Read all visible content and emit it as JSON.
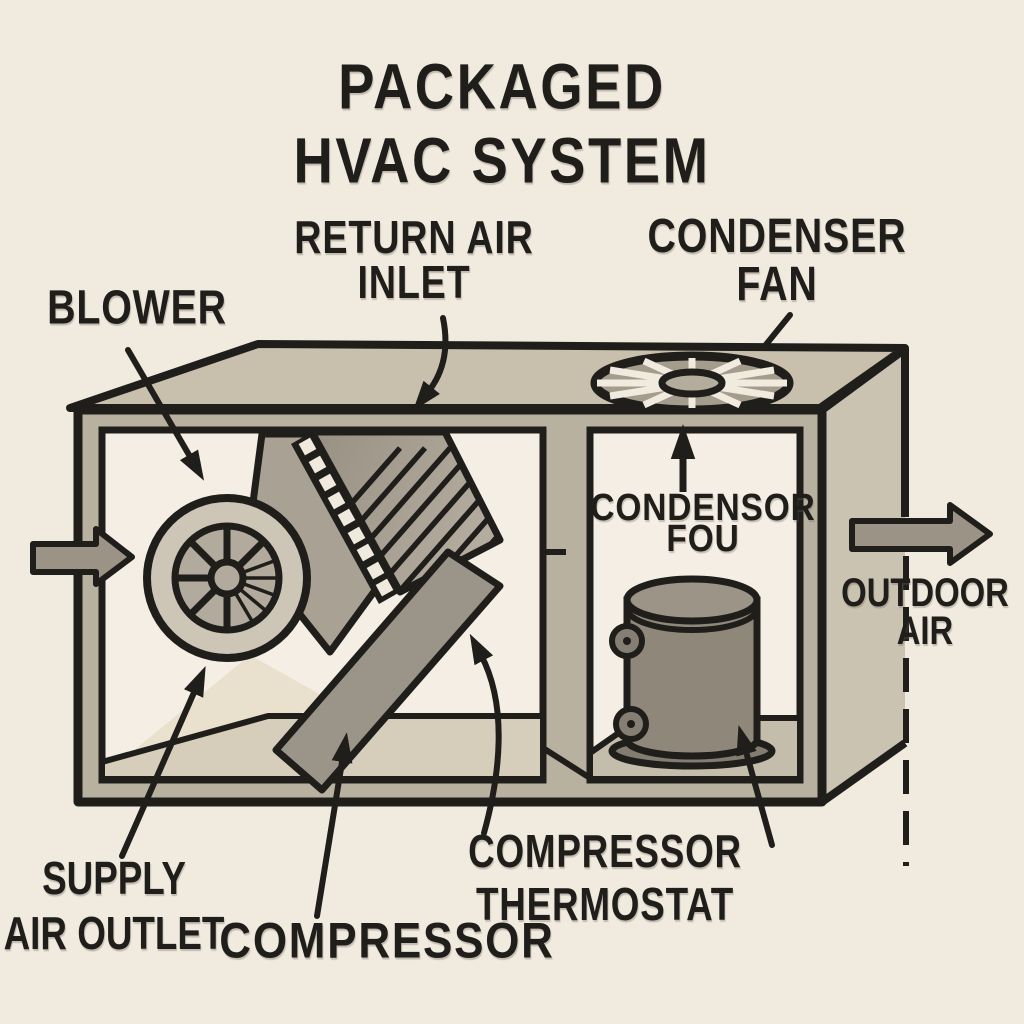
{
  "title": "PACKAGED HVAC SYSTEM",
  "labels": {
    "blower": "BLOWER",
    "return_air_inlet": "RETURN AIR\nINLET",
    "condenser_fan": "CONDENSER\nFAN",
    "condenser_interior": "CONDENSOR\nFOU",
    "outdoor_air": "OUTDOOR\nAIR",
    "supply_air_outlet": "SUPPLY\nAIR OUTLET",
    "compressor_thermostat": "COMPRESSOR THERMOSTAT",
    "compressor": "COMPRESSOR"
  },
  "colors": {
    "background": "#f1eadf",
    "ink": "#1f1e1b",
    "cabinet_top": "#c8c0ad",
    "cabinet_side": "#cbc3b2",
    "cabinet_front": "#b9b1a0",
    "interior": "#f4eee4",
    "floor_left": "#d6cebb",
    "floor_right": "#c5bdac",
    "metal_gray": "#9b9488",
    "blower_ring": "#cdc6b7",
    "blower_inner": "#b2aa9c",
    "compressor_body": "#8f8779",
    "fan_blades": "#a49c8d",
    "arrow_gray": "#9b9386"
  }
}
